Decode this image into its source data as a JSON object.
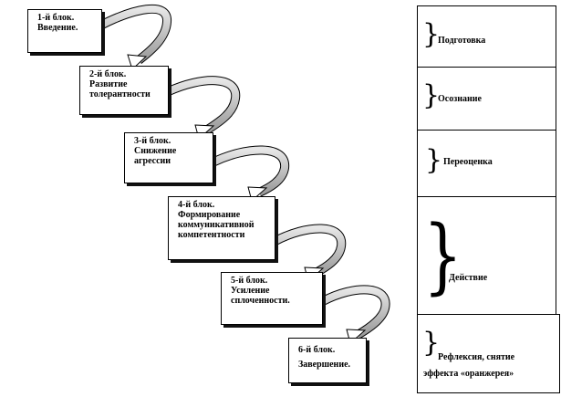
{
  "blocks": [
    {
      "lines": [
        "1-й блок.",
        "Введение."
      ]
    },
    {
      "lines": [
        "2-й блок.",
        "Развитие",
        "толерантности"
      ]
    },
    {
      "lines": [
        "3-й блок.",
        "Снижение",
        "агрессии"
      ]
    },
    {
      "lines": [
        "4-й блок.",
        "Формирование",
        "коммуникативной",
        "компетентности"
      ]
    },
    {
      "lines": [
        "5-й блок.",
        "Усиление",
        "сплоченности."
      ]
    },
    {
      "lines": [
        "6-й блок.",
        "Завершение."
      ]
    }
  ],
  "stages": [
    {
      "label": "Подготовка"
    },
    {
      "label": "Осознание"
    },
    {
      "label": "Переоценка"
    },
    {
      "label": "Действие"
    },
    {
      "label_lines": [
        "Рефлексия, снятие",
        "эффекта «оранжерея»"
      ]
    }
  ]
}
